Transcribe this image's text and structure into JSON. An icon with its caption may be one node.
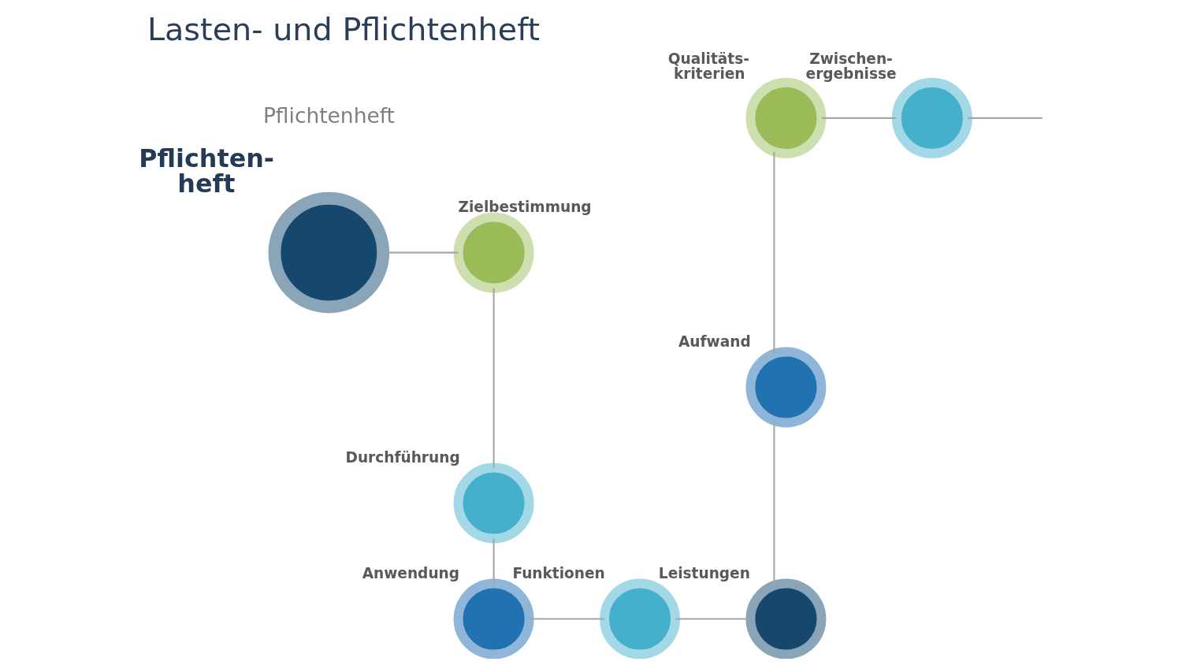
{
  "diagram": {
    "title": "Lasten- und Pflichtenheft",
    "nodes": [
      {
        "text": [],
        "shape": "circle",
        "beside": [
          "Pflichten- heft"
        ]
      },
      {
        "text": [],
        "shape": "circle",
        "beside": [
          "Zielbestimmung"
        ]
      },
      {
        "text": [],
        "shape": "circle",
        "beside": [
          "Durchführung"
        ]
      },
      {
        "text": [],
        "shape": "circle",
        "beside": [
          "Anwendung"
        ]
      },
      {
        "text": [],
        "shape": "circle",
        "beside": [
          "Funktionen"
        ]
      },
      {
        "text": [],
        "shape": "circle",
        "beside": [
          "Leistungen"
        ]
      },
      {
        "text": [],
        "shape": "circle",
        "beside": [
          "Aufwand"
        ]
      },
      {
        "text": [],
        "shape": "circle",
        "beside": [
          "Qualitäts- kriterien"
        ]
      },
      {
        "text": [],
        "shape": "circle",
        "beside": [
          "Zwischen- ergebnisse"
        ]
      }
    ],
    "edges": [
      {
        "from": 0,
        "to": 1,
        "arrow": "none"
      },
      {
        "from": 1,
        "to": 2,
        "arrow": "none"
      },
      {
        "from": 2,
        "to": 3,
        "arrow": "none"
      },
      {
        "from": 3,
        "to": 4,
        "arrow": "none"
      },
      {
        "from": 4,
        "to": 5,
        "arrow": "none"
      },
      {
        "from": 5,
        "to": 6,
        "arrow": "none"
      },
      {
        "from": 6,
        "to": 7,
        "arrow": "none"
      },
      {
        "from": 7,
        "to": 8,
        "arrow": "none"
      },
      {
        "from": 8,
        "to": null,
        "arrow": "none"
      }
    ],
    "labels": [
      "Pflichtenheft"
    ]
  }
}
